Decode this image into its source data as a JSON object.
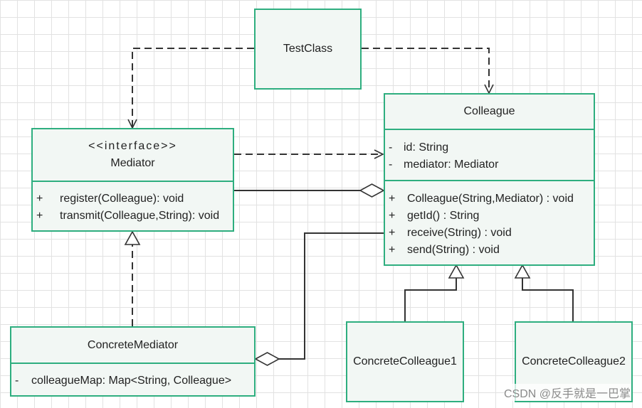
{
  "classes": {
    "testclass": {
      "name": "TestClass"
    },
    "colleague": {
      "name": "Colleague",
      "attributes": [
        {
          "vis": "-",
          "text": "id: String"
        },
        {
          "vis": "-",
          "text": "mediator: Mediator"
        }
      ],
      "methods": [
        {
          "vis": "+",
          "text": "Colleague(String,Mediator) : void"
        },
        {
          "vis": "+",
          "text": "getId() : String"
        },
        {
          "vis": "+",
          "text": "receive(String) : void"
        },
        {
          "vis": "+",
          "text": "send(String) : void"
        }
      ]
    },
    "mediator": {
      "stereotype": "<<interface>>",
      "name": "Mediator",
      "methods": [
        {
          "vis": "+",
          "text": "register(Colleague): void"
        },
        {
          "vis": "+",
          "text": "transmit(Colleague,String): void"
        }
      ]
    },
    "concrete_mediator": {
      "name": "ConcreteMediator",
      "attributes": [
        {
          "vis": "-",
          "text": "colleagueMap: Map<String, Colleague>"
        }
      ]
    },
    "concrete_colleague1": {
      "name": "ConcreteColleague1"
    },
    "concrete_colleague2": {
      "name": "ConcreteColleague2"
    }
  },
  "watermark": "CSDN @反手就是一巴掌",
  "colors": {
    "box_border": "#2eae7f",
    "box_fill": "#f2f7f4",
    "line": "#333333"
  }
}
